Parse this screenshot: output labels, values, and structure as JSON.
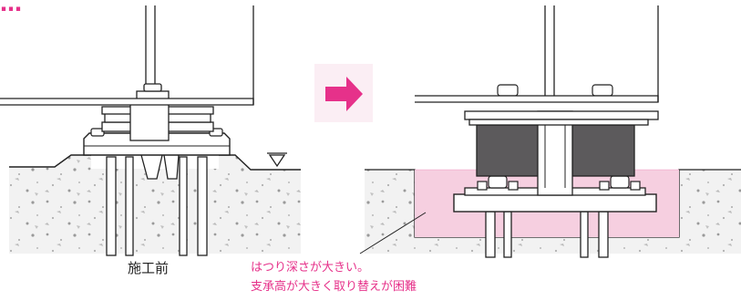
{
  "heading": "…",
  "caption_before": "施工前",
  "note_line1": "はつり深さが大きい。",
  "note_line2": "支承高が大きく取り替えが困難",
  "colors": {
    "accent": "#e6318a",
    "rubber": "#5c5a5c",
    "concrete_fill": "#f2f2f2",
    "excavation_fill": "#f6cfe0",
    "line": "#222222"
  },
  "icons": [
    "right-arrow-icon",
    "water-level-marker-icon"
  ]
}
